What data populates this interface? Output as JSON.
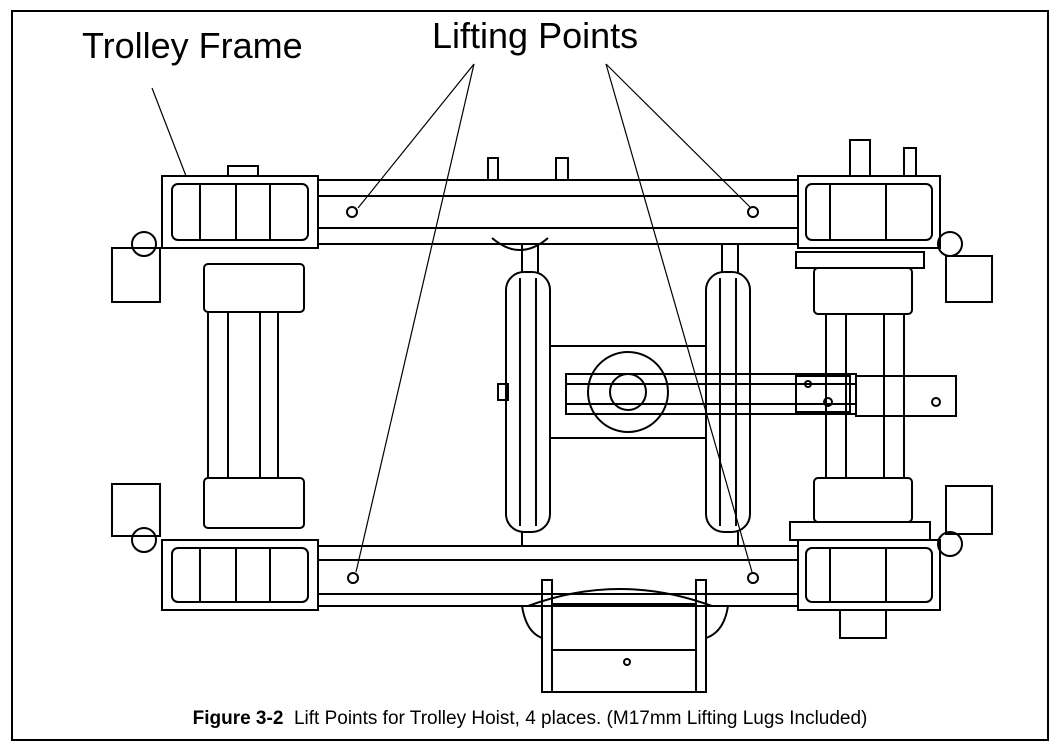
{
  "labels": {
    "trolley_frame": "Trolley Frame",
    "lifting_points": "Lifting Points"
  },
  "caption": {
    "figure_number": "Figure 3-2",
    "text": "Lift Points for Trolley Hoist, 4 places.  (M17mm Lifting Lugs Included)"
  },
  "colors": {
    "line": "#000000",
    "background": "#ffffff",
    "shade": "#9a9a9a"
  }
}
